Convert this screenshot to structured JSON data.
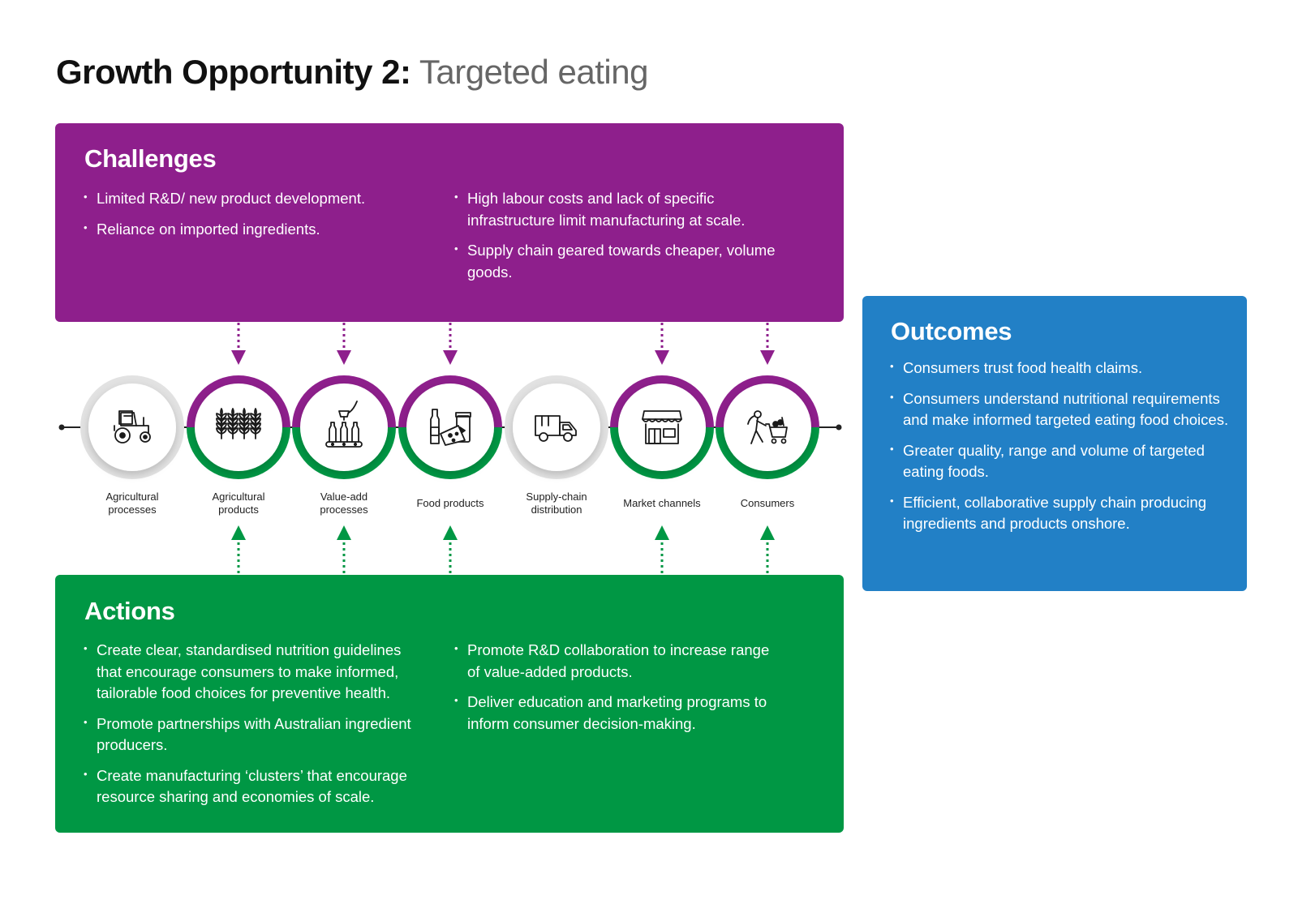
{
  "header": {
    "title_bold": "Growth Opportunity 2:",
    "title_light": "Targeted eating"
  },
  "challenges": {
    "heading": "Challenges",
    "col1": [
      "Limited R&D/ new product development.",
      "Reliance on imported ingredients."
    ],
    "col2": [
      "High labour costs and lack of specific infrastructure limit manufacturing at scale.",
      "Supply chain geared towards cheaper, volume goods."
    ]
  },
  "actions": {
    "heading": "Actions",
    "col1": [
      "Create clear, standardised nutrition guidelines that encourage consumers to make informed, tailorable food choices for preventive health.",
      "Promote partnerships with Australian ingredient producers.",
      "Create manufacturing ‘clusters’ that encourage resource sharing and economies of scale."
    ],
    "col2": [
      "Promote R&D collaboration to increase range of value-added products.",
      "Deliver education and marketing programs to inform consumer decision-making."
    ]
  },
  "outcomes": {
    "heading": "Outcomes",
    "items": [
      "Consumers trust food health claims.",
      "Consumers understand nutritional requirements and make informed targeted eating food choices.",
      "Greater quality, range and volume of targeted eating foods.",
      "Efficient, collaborative supply chain producing ingredients and products onshore."
    ]
  },
  "stages": [
    {
      "label_lines": [
        "Agricultural",
        "processes"
      ],
      "icon": "tractor-icon",
      "active": false
    },
    {
      "label_lines": [
        "Agricultural",
        "products"
      ],
      "icon": "wheat-icon",
      "active": true
    },
    {
      "label_lines": [
        "Value-add",
        "processes"
      ],
      "icon": "factory-bottling-icon",
      "active": true
    },
    {
      "label_lines": [
        "Food products"
      ],
      "icon": "food-products-icon",
      "active": true
    },
    {
      "label_lines": [
        "Supply-chain",
        "distribution"
      ],
      "icon": "delivery-truck-icon",
      "active": false
    },
    {
      "label_lines": [
        "Market channels"
      ],
      "icon": "storefront-icon",
      "active": true
    },
    {
      "label_lines": [
        "Consumers"
      ],
      "icon": "shopper-cart-icon",
      "active": true
    }
  ],
  "colors": {
    "challenges": "#8e1f8c",
    "actions": "#009744",
    "outcomes": "#2280c6",
    "inactive_ring": "#e2e2e2",
    "icon_stroke": "#1a1a1a"
  }
}
